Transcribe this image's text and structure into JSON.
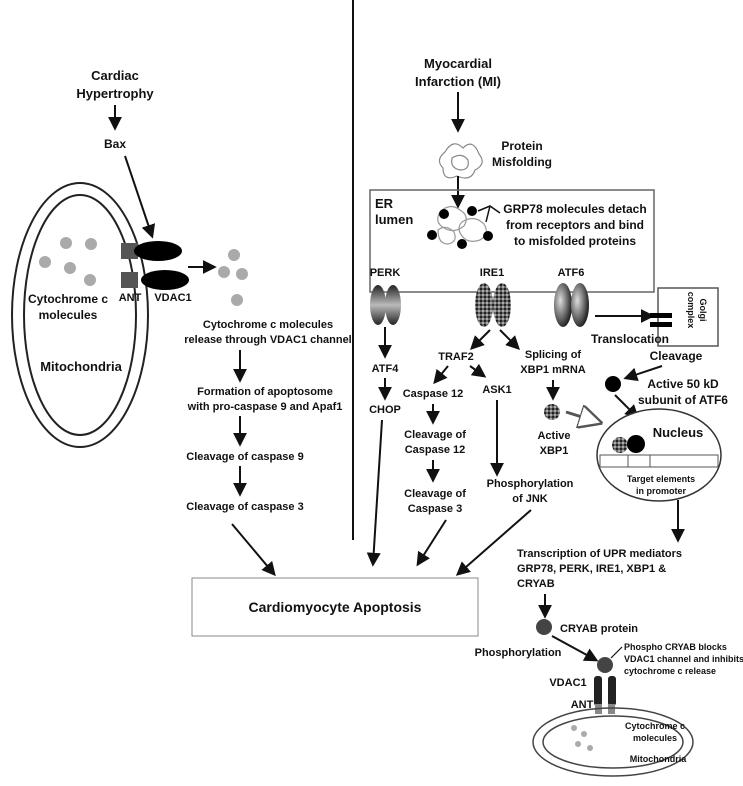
{
  "left_panel": {
    "trigger_line1": "Cardiac",
    "trigger_line2": "Hypertrophy",
    "bax": "Bax",
    "ant": "ANT",
    "vdac1": "VDAC1",
    "cytochrome_line1": "Cytochrome c",
    "cytochrome_line2": "molecules",
    "mitochondria": "Mitochondria",
    "step_release_line1": "Cytochrome c molecules",
    "step_release_line2": "release through VDAC1 channel",
    "step_apoptosome_line1": "Formation of apoptosome",
    "step_apoptosome_line2": "with pro-caspase 9 and Apaf1",
    "step_casp9": "Cleavage of caspase 9",
    "step_casp3": "Cleavage of caspase 3"
  },
  "right_panel": {
    "trigger_line1": "Myocardial",
    "trigger_line2": "Infarction (MI)",
    "misfold_line1": "Protein",
    "misfold_line2": "Misfolding",
    "er_line1": "ER",
    "er_line2": "lumen",
    "grp78_line1": "GRP78 molecules detach",
    "grp78_line2": "from receptors and bind",
    "grp78_line3": "to misfolded proteins",
    "perk": "PERK",
    "ire1": "IRE1",
    "atf6": "ATF6",
    "golgi_line1": "Golgi",
    "golgi_line2": "complex",
    "translocation": "Translocation",
    "cleavage": "Cleavage",
    "atf4": "ATF4",
    "chop": "CHOP",
    "traf2": "TRAF2",
    "splicing_line1": "Splicing of",
    "splicing_line2": "XBP1 mRNA",
    "casp12": "Caspase 12",
    "ask1": "ASK1",
    "cleav12_line1": "Cleavage of",
    "cleav12_line2": "Caspase 12",
    "cleav3_line1": "Cleavage of",
    "cleav3_line2": "Caspase 3",
    "jnk_line1": "Phosphorylation",
    "jnk_line2": "of JNK",
    "active_xbp1_line1": "Active",
    "active_xbp1_line2": "XBP1",
    "atf6_active_line1": "Active 50 kD",
    "atf6_active_line2": "subunit of ATF6",
    "nucleus": "Nucleus",
    "target_line1": "Target elements",
    "target_line2": "in promoter",
    "transcription_line1": "Transcription of UPR mediators",
    "transcription_line2": "GRP78, PERK, IRE1, XBP1 &",
    "transcription_line3": "CRYAB",
    "cryab_protein": "CRYAB protein",
    "phosphorylation": "Phosphorylation",
    "phospho_line1": "Phospho CRYAB blocks",
    "phospho_line2": "VDAC1 channel and inhibits",
    "phospho_line3": "cytochrome c release",
    "vdac1": "VDAC1",
    "ant": "ANT",
    "mito_cyto_line1": "Cytochrome c",
    "mito_cyto_line2": "molecules",
    "mitochondria": "Mitochondria"
  },
  "outcome": "Cardiomyocyte Apoptosis"
}
